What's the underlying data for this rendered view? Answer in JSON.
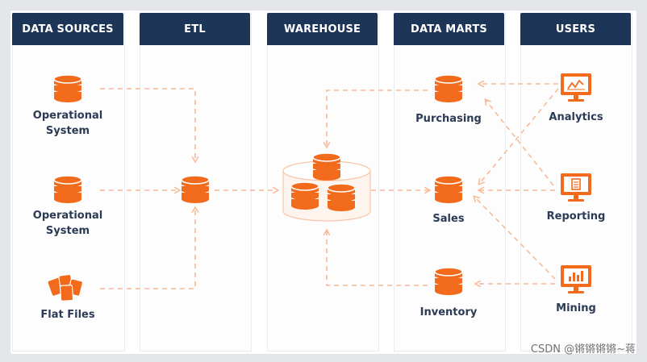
{
  "headers": {
    "data_sources": "DATA SOURCES",
    "etl": "ETL",
    "warehouse": "WAREHOUSE",
    "data_marts": "DATA MARTS",
    "users": "USERS"
  },
  "sources": {
    "operational_1": "Operational\nSystem",
    "operational_2": "Operational\nSystem",
    "flat_files": "Flat Files"
  },
  "marts": {
    "purchasing": "Purchasing",
    "sales": "Sales",
    "inventory": "Inventory"
  },
  "users": {
    "analytics": "Analytics",
    "reporting": "Reporting",
    "mining": "Mining"
  },
  "watermark": "CSDN @锵锵锵锵~蒋",
  "colors": {
    "header": "#1d3557",
    "accent": "#f26b1d",
    "arrow": "#f7b999",
    "label": "#2b3a55"
  },
  "icons": {
    "database": "database-icon",
    "files": "files-icon",
    "analytics": "monitor-line-chart-icon",
    "reporting": "monitor-document-icon",
    "mining": "monitor-bar-chart-icon"
  }
}
